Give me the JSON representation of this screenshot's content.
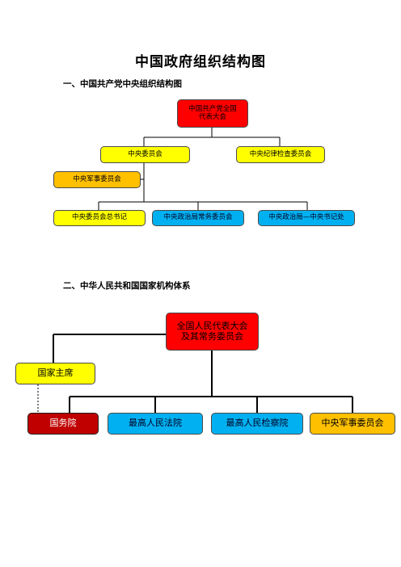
{
  "title": "中国政府组织结构图",
  "section1": {
    "heading": "一、中国共产党中央组织结构图",
    "top_box": "中国共产党全国代表大会",
    "central_committee": "中央委员会",
    "discipline_commission": "中央纪律检查委员会",
    "military_commission": "中央军事委员会",
    "general_secretary": "中央委员会总书记",
    "politburo_standing": "中央政治局常务委员会",
    "secretariat": "中央政治局—中央书记处"
  },
  "section2": {
    "heading": "二、中华人民共和国国家机构体系",
    "npc_line1": "全国人民代表大会",
    "npc_line2": "及其常务委员会",
    "president": "国家主席",
    "state_council": "国务院",
    "supreme_court": "最高人民法院",
    "procuratorate": "最高人民检察院",
    "military_commission": "中央军事委员会"
  },
  "colors": {
    "yellow": "#ffff00",
    "orange": "#ffc000",
    "red": "#ff0000",
    "dark_red": "#c00000",
    "blue": "#00b0f0"
  }
}
